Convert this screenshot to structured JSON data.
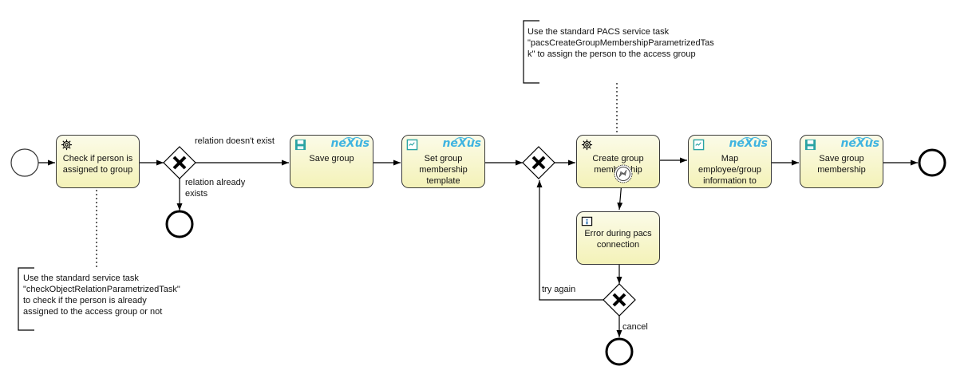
{
  "annotations": {
    "pacs": "Use the standard PACS service task\n\"pacsCreateGroupMembershipParametrizedTas\nk\" to assign the person to the access group",
    "relation": "Use the standard service task\n\"checkObjectRelationParametrizedTask\"\nto check if the person is already\nassigned to the access group or not"
  },
  "tasks": {
    "check_relation": "Check if person is\nassigned to group",
    "save_group": "Save group",
    "set_template": "Set group\nmembership template",
    "create_membership": "Create group\nmembership",
    "error_pacs": "Error during pacs\nconnection",
    "map_employee": "Map employee/group\ninformation to",
    "save_membership": "Save group\nmembership"
  },
  "flows": {
    "relation_not_exist": "relation doesn't exist",
    "relation_exists": "relation already\nexists",
    "try_again": "try again",
    "cancel": "cancel"
  },
  "brand": {
    "logo_text": "neXus",
    "accent_color": "#3fb4e0"
  }
}
